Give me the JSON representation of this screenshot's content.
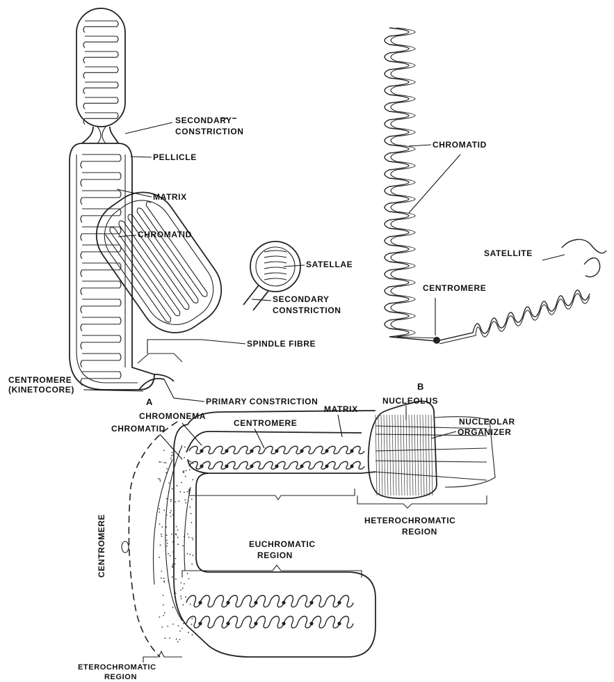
{
  "figure_a": {
    "panel_label": "A",
    "labels": {
      "secondary_constriction_line1": "SECONDARY",
      "secondary_constriction_line2": "CONSTRICTION",
      "pellicle": "PELLICLE",
      "matrix": "MATRIX",
      "chromatid": "CHROMATID",
      "satellite": "SATELLAE",
      "secondary_constriction_b_line1": "SECONDARY",
      "secondary_constriction_b_line2": "CONSTRICTION",
      "spindle_fibre": "SPINDLE FIBRE",
      "centromere_line1": "CENTROMERE",
      "centromere_line2": "(KINETOCORE)",
      "primary_constriction": "PRIMARY CONSTRICTION"
    }
  },
  "figure_b": {
    "panel_label": "B",
    "labels": {
      "chromatid": "CHROMATID",
      "satellite": "SATELLITE",
      "centromere": "CENTROMERE"
    }
  },
  "figure_c": {
    "labels": {
      "chromonema": "CHROMONEMA",
      "centromere_top": "CENTROMERE",
      "matrix": "MATRIX",
      "nucleolus": "NUCLEOLUS",
      "nucleolar_organizer_line1": "NUCLEOLAR",
      "nucleolar_organizer_line2": "ORGANIZER",
      "chromatid": "CHROMATID",
      "heterochromatic_region_right_line1": "HETEROCHROMATIC",
      "heterochromatic_region_right_line2": "REGION",
      "euchromatic_region_line1": "EUCHROMATIC",
      "euchromatic_region_line2": "REGION",
      "centromere_left": "CENTROMERE",
      "heterochromatic_region_bottom_line1": "ETEROCHROMATIC",
      "heterochromatic_region_bottom_line2": "REGION"
    }
  }
}
